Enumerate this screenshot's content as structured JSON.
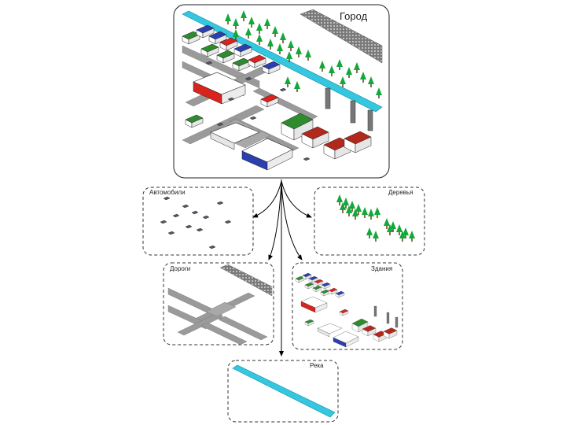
{
  "main_panel": {
    "title": "Город"
  },
  "layers": {
    "cars": {
      "title": "Автомобили"
    },
    "trees": {
      "title": "Деревья"
    },
    "roads": {
      "title": "Дороги"
    },
    "buildings": {
      "title": "Здания"
    },
    "river": {
      "title": "Река"
    }
  },
  "colors": {
    "road": "#9a9a9a",
    "river": "#33c8e0",
    "tree": "#13a83a",
    "roof_red": "#d9241e",
    "roof_green": "#2e8b2e",
    "roof_blue": "#2b3fae",
    "arrow": "#000000"
  }
}
